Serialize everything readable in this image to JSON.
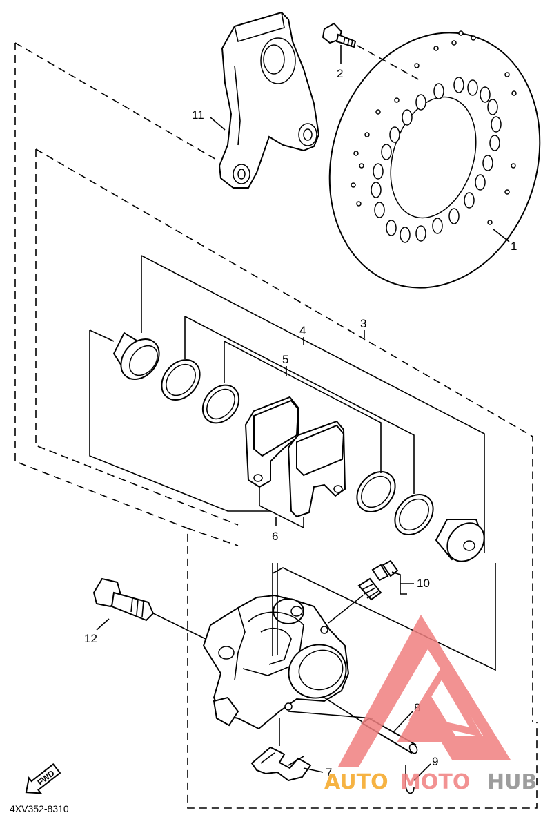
{
  "callouts": [
    "1",
    "2",
    "3",
    "4",
    "5",
    "6",
    "7",
    "8",
    "9",
    "10",
    "11",
    "12"
  ],
  "fwd_label": "FWD",
  "diagram_code": "4XV352-8310",
  "watermark": {
    "part1": "AUTO",
    "part2": "MOTO",
    "part3": "HUB",
    "color_orange": "#f5a623",
    "color_red": "#f08080",
    "color_gray": "#8c8c8c"
  }
}
